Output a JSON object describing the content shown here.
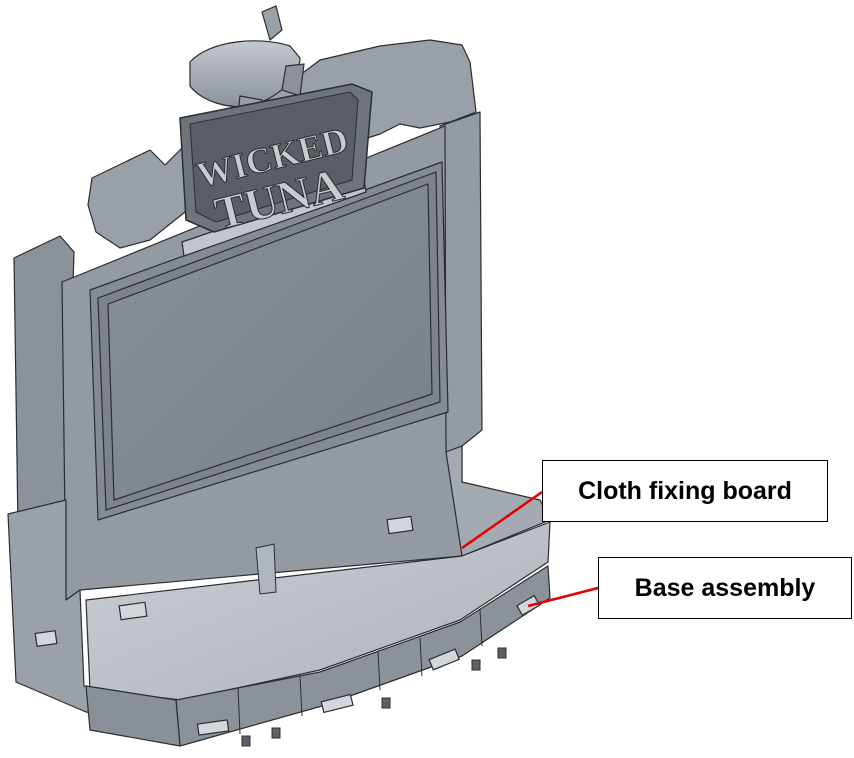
{
  "sign": {
    "line1": "WICKED",
    "line2": "TUNA"
  },
  "callouts": [
    {
      "label": "Cloth fixing board"
    },
    {
      "label": "Base assembly"
    }
  ],
  "colors": {
    "panel": "#8e949c",
    "panel_light": "#b7bdc4",
    "panel_dark": "#6f757d",
    "outline": "#2b2d30",
    "leader": "#e60000"
  }
}
